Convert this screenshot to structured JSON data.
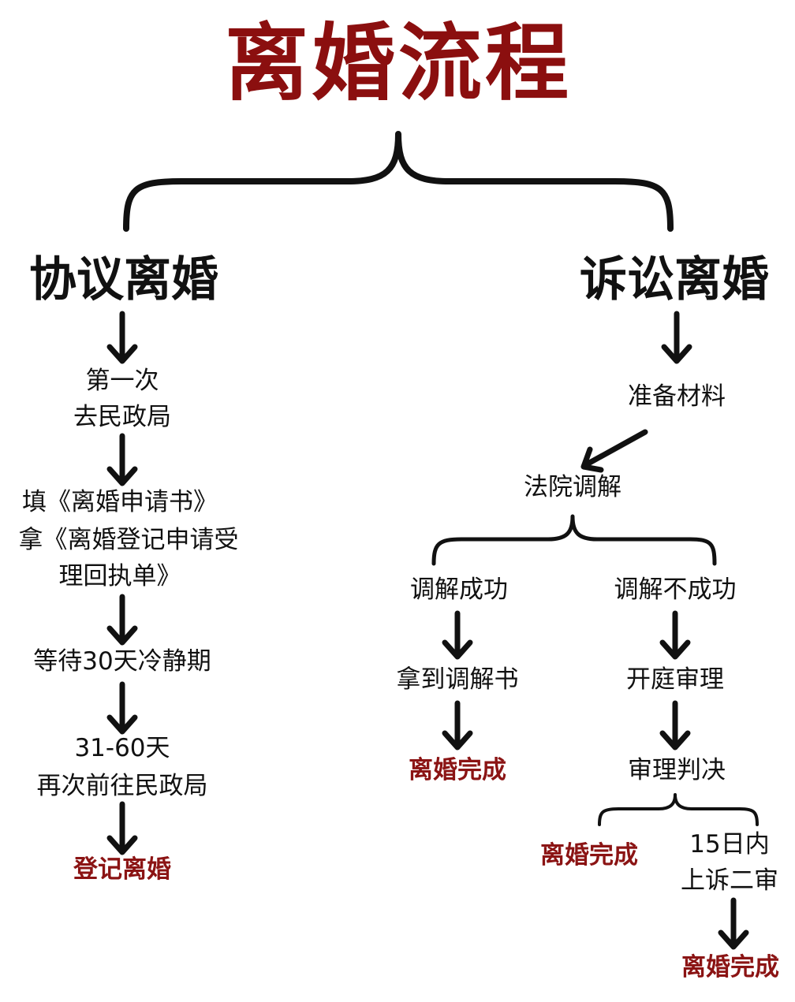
{
  "title": "离婚流程",
  "agreement": {
    "heading": "协议离婚",
    "step1_line1": "第一次",
    "step1_line2": "去民政局",
    "step2_line1": "填《离婚申请书》",
    "step2_line2": "拿《离婚登记申请受",
    "step2_line3": "理回执单》",
    "step3": "等待30天冷静期",
    "step4_line1": "31-60天",
    "step4_line2": "再次前往民政局",
    "result": "登记离婚"
  },
  "litigation": {
    "heading": "诉讼离婚",
    "step1": "准备材料",
    "step2": "法院调解",
    "success": {
      "label": "调解成功",
      "step": "拿到调解书",
      "result": "离婚完成"
    },
    "failure": {
      "label": "调解不成功",
      "step1": "开庭审理",
      "step2": "审理判决",
      "result_direct": "离婚完成",
      "appeal_line1": "15日内",
      "appeal_line2": "上诉二审",
      "result_appeal": "离婚完成"
    }
  },
  "colors": {
    "title": "#8b0f0f",
    "result": "#8b1414",
    "line": "#111111"
  }
}
